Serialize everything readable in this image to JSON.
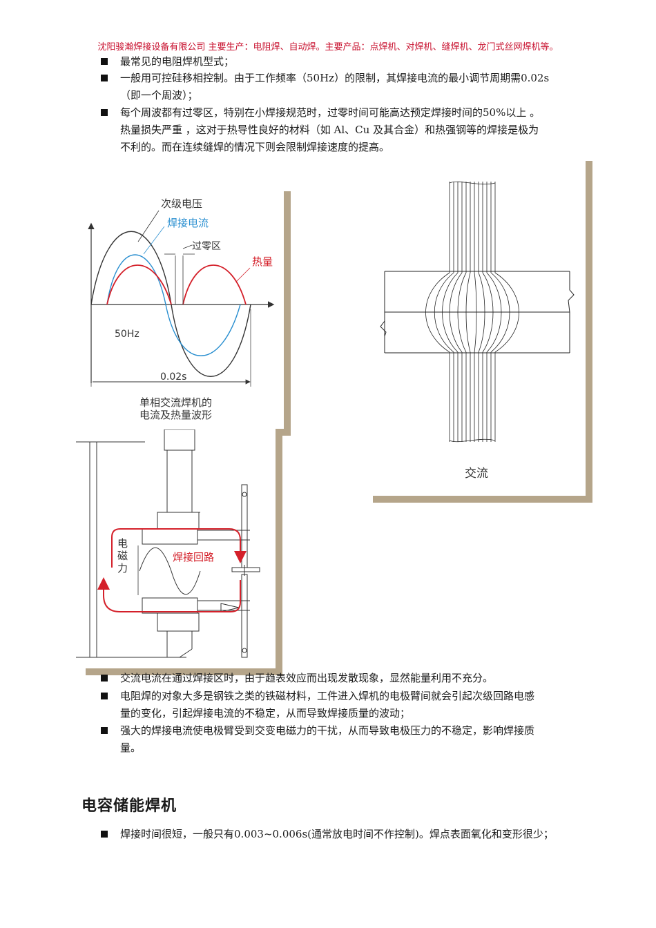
{
  "header": {
    "text": "沈阳骏瀚焊接设备有限公司    主要生产：电阻焊、自动焊。主要产品：点焊机、对焊机、缝焊机、龙门式丝网焊机等。"
  },
  "bullets_top": [
    {
      "line1": "最常见的电阻焊机型式；"
    },
    {
      "line1": "一般用可控硅移相控制。由于工作频率（50Hz）的限制，其焊接电流的最小调节周期需0.02s",
      "line2": "（即一个周波）；"
    },
    {
      "line1": "每个周波都有过零区，特别在小焊接规范时，过零时间可能高达预定焊接时间的50%以上 。",
      "line2": "热量损失严重 ，这对于热导性良好的材料（如 Al、Cu 及其合金）和热强钢等的焊接是极为",
      "line3": "不利的。而在连续缝焊的情况下则会限制焊接速度的提高。"
    }
  ],
  "waveform_figure": {
    "label_secondary_voltage": "次级电压",
    "label_weld_current": "焊接电流",
    "label_zero_zone": "过零区",
    "label_heat": "热量",
    "label_freq": "50Hz",
    "label_period": "0.02s",
    "caption_line1": "单相交流焊机的",
    "caption_line2": "电流及热量波形",
    "colors": {
      "voltage": "#333333",
      "current": "#2a8fd0",
      "heat": "#d4202a"
    }
  },
  "current_distribution_figure": {
    "caption": "交流"
  },
  "welding_machine_figure": {
    "label_force_1": "电",
    "label_force_2": "磁",
    "label_force_3": "力",
    "label_loop": "焊接回路"
  },
  "bullets_bottom": [
    {
      "line1": "交流电流在通过焊接区时，由于趋表效应而出现发散现象，显然能量利用不充分。"
    },
    {
      "line1": "电阻焊的对象大多是钢铁之类的铁磁材料，工件进入焊机的电极臂间就会引起次级回路电感",
      "line2": "量的变化，引起焊接电流的不稳定，从而导致焊接质量的波动；"
    },
    {
      "line1": "强大的焊接电流使电极臂受到交变电磁力的干扰，从而导致电极压力的不稳定，影响焊接质",
      "line2": "量。"
    }
  ],
  "section": {
    "title": "电容储能焊机"
  },
  "bullets_section": [
    {
      "line1": "焊接时间很短，一般只有0.003~0.006s(通常放电时间不作控制)。焊点表面氧化和变形很少；"
    }
  ]
}
